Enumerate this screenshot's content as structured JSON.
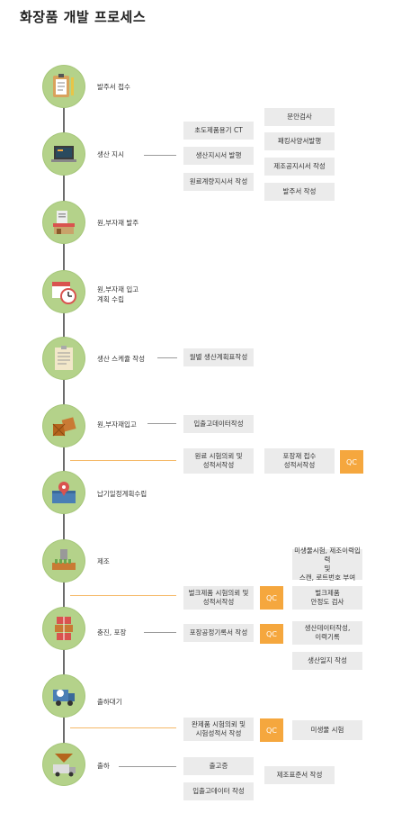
{
  "title": "화장품 개발 프로세스",
  "steps": [
    {
      "label": "발주서 접수",
      "icon": "clipboard-icon"
    },
    {
      "label": "생산 지시",
      "icon": "laptop-icon"
    },
    {
      "label": "원,부자재 발주",
      "icon": "store-icon"
    },
    {
      "label": "원,부자재 입고\n계획 수립",
      "icon": "calendar-clock-icon"
    },
    {
      "label": "생산 스케쥴 작성",
      "icon": "note-icon"
    },
    {
      "label": "원,부자재입고",
      "icon": "boxes-icon"
    },
    {
      "label": "납기일정계획수립",
      "icon": "map-pin-icon"
    },
    {
      "label": "제조",
      "icon": "factory-icon"
    },
    {
      "label": "충진, 포장",
      "icon": "packing-icon"
    },
    {
      "label": "출하대기",
      "icon": "truck-icon"
    },
    {
      "label": "출하",
      "icon": "delivery-icon"
    }
  ],
  "boxes": {
    "b01": "문안검사",
    "b02": "초도제품용기 CT",
    "b03": "패킹사양서발행",
    "b04": "생산지시서 발행",
    "b05": "제조공지시서 작성",
    "b06": "원료계량지시서 작성",
    "b07": "발주서 작성",
    "b08": "월별 생산계획표작성",
    "b09": "입출고데이터작성",
    "b10": "원료 시험의뢰 및\n성적서작성",
    "b11": "포장재 접수\n성적서작성",
    "b12": "미생물시험, 제조이력입력\n및\n스캔, 로트번호 부여",
    "b13": "벌크제품 시험의뢰 및\n성적서작성",
    "b14": "벌크제품\n안정도 검사",
    "b15": "포장공정기록서 작성",
    "b16": "생산데이터작성,\n이력기록",
    "b17": "생산일지 작성",
    "b18": "완제품 시험의뢰 및\n시험성적서 작성",
    "b19": "미생물 시험",
    "b20": "출고증",
    "b21": "제조표준서 작성",
    "b22": "입출고데이터 작성"
  },
  "qc_label": "QC",
  "colors": {
    "node": "#b4d28a",
    "qc": "#f5a73e",
    "box": "#ebebeb",
    "orange_line": "#f5b867"
  }
}
